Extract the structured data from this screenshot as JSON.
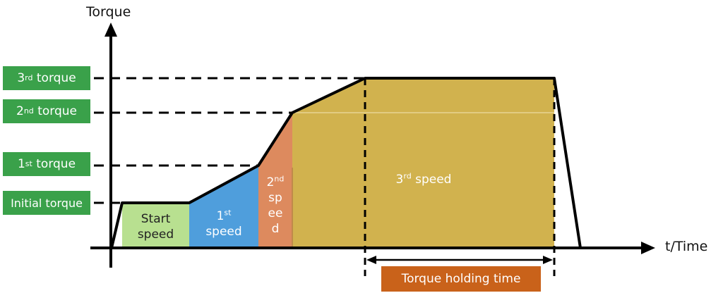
{
  "axes": {
    "y_label": "Torque",
    "x_label": "t/Time"
  },
  "torque_levels": {
    "third": {
      "num": "3",
      "sup": "rd",
      "rest": " torque"
    },
    "second": {
      "num": "2",
      "sup": "nd",
      "rest": " torque"
    },
    "first": {
      "num": "1",
      "sup": "st",
      "rest": " torque"
    },
    "initial": {
      "text": "Initial torque"
    }
  },
  "zones": {
    "start_speed": {
      "line1": "Start",
      "line2": "speed"
    },
    "first_speed": {
      "num": "1",
      "sup": "st",
      "line2": "speed"
    },
    "second_speed": {
      "num": "2",
      "sup": "nd",
      "line2": "sp",
      "line3": "ee",
      "line4": "d"
    },
    "third_speed": {
      "num": "3",
      "sup": "rd",
      "rest": " speed"
    }
  },
  "holding_time": {
    "label": "Torque holding time"
  },
  "colors": {
    "label_green": "#3aa14a",
    "start_zone": "#b8e090",
    "first_zone": "#4f9edc",
    "second_zone": "#dd8a5e",
    "third_zone": "#d1b24e",
    "holding_box": "#c9621a"
  }
}
